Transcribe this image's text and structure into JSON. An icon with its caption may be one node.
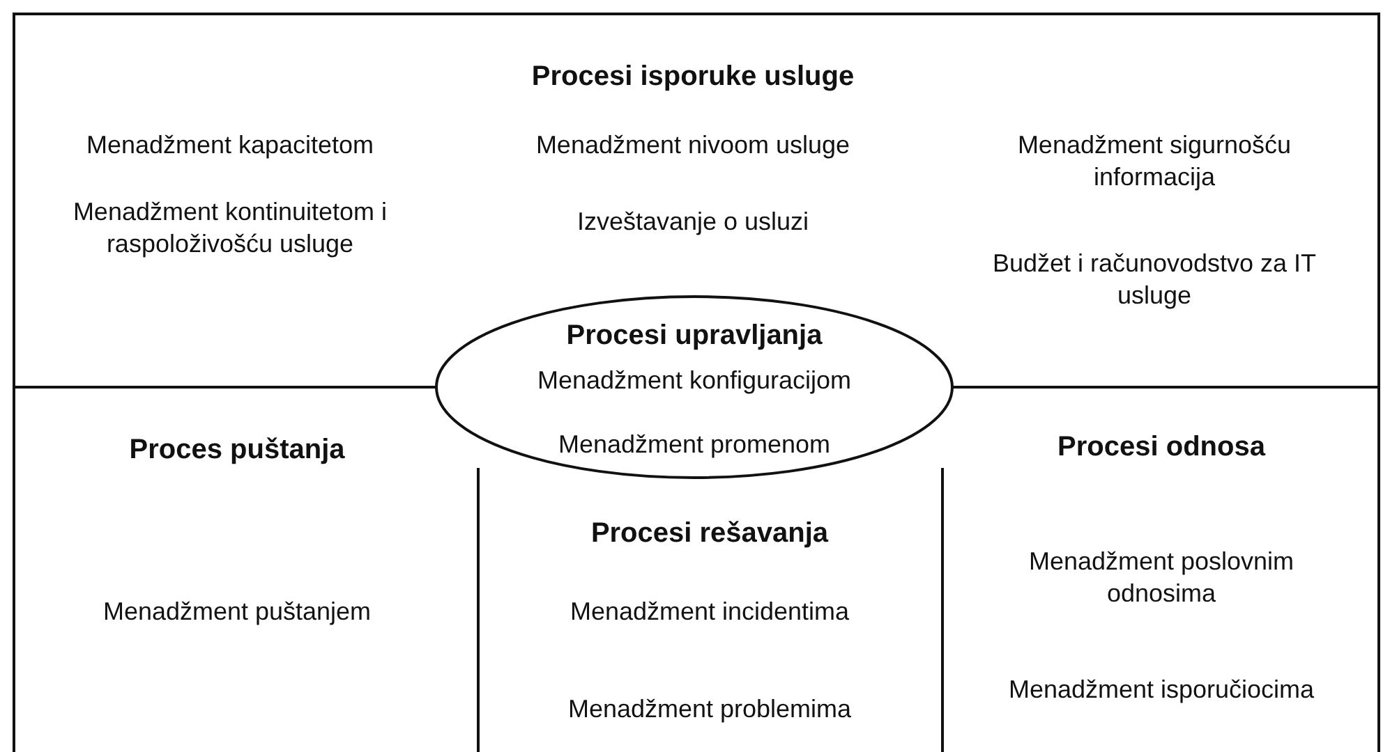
{
  "diagram": {
    "nodes": [
      {
        "text": [
          "Procesi isporuke usluge",
          "Menadžment kapacitetom",
          "Menadžment nivoom usluge",
          "Menadžment sigurnošću informacija",
          "Menadžment kontinuitetom i raspoloživošću usluge",
          "Izveštavanje o usluzi",
          "Budžet i računovodstvo za IT usluge"
        ]
      },
      {
        "text": [
          "Procesi upravljanja",
          "Menadžment konfiguracijom",
          "Menadžment promenom"
        ]
      },
      {
        "text": [
          "Proces puštanja",
          "Menadžment puštanjem"
        ]
      },
      {
        "text": [
          "Procesi rešavanja",
          "Menadžment incidentima",
          "Menadžment problemima"
        ]
      },
      {
        "text": [
          "Procesi odnosa",
          "Menadžment poslovnim odnosima",
          "Menadžment isporučiocima"
        ]
      }
    ]
  }
}
